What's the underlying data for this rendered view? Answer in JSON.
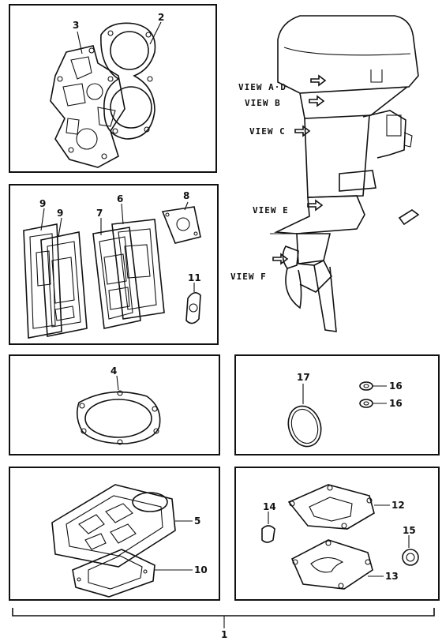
{
  "callouts": {
    "c1": "1",
    "c2": "2",
    "c3": "3",
    "c4": "4",
    "c5": "5",
    "c6": "6",
    "c7": "7",
    "c8": "8",
    "c9a": "9",
    "c9b": "9",
    "c10": "10",
    "c11": "11",
    "c12": "12",
    "c13": "13",
    "c14": "14",
    "c15": "15",
    "c16a": "16",
    "c16b": "16",
    "c17": "17"
  },
  "views": {
    "ad": "VIEW A·D",
    "b": "VIEW B",
    "c": "VIEW C",
    "e": "VIEW E",
    "f": "VIEW F"
  }
}
